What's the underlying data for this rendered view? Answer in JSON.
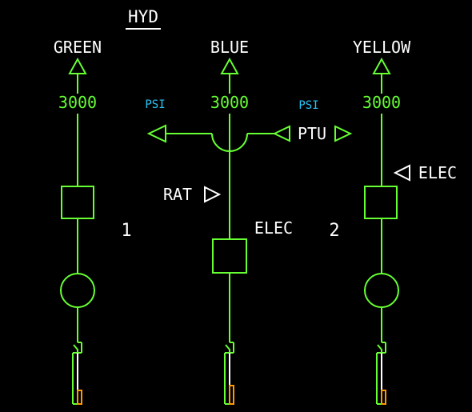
{
  "title": "HYD",
  "systems": {
    "green": {
      "name": "GREEN",
      "pressure": "3000"
    },
    "blue": {
      "name": "BLUE",
      "pressure": "3000"
    },
    "yellow": {
      "name": "YELLOW",
      "pressure": "3000"
    }
  },
  "units": {
    "left": "PSI",
    "right": "PSI"
  },
  "labels": {
    "ptu": "PTU",
    "rat": "RAT",
    "elec_blue": "ELEC",
    "elec_yellow": "ELEC",
    "engine1": "1",
    "engine2": "2"
  },
  "colors": {
    "background": "#000000",
    "line": "#66ff33",
    "pressure_value": "#66ff33",
    "unit": "#29c5f6",
    "label": "#ffffff",
    "reservoir_low": "#ff9900"
  }
}
